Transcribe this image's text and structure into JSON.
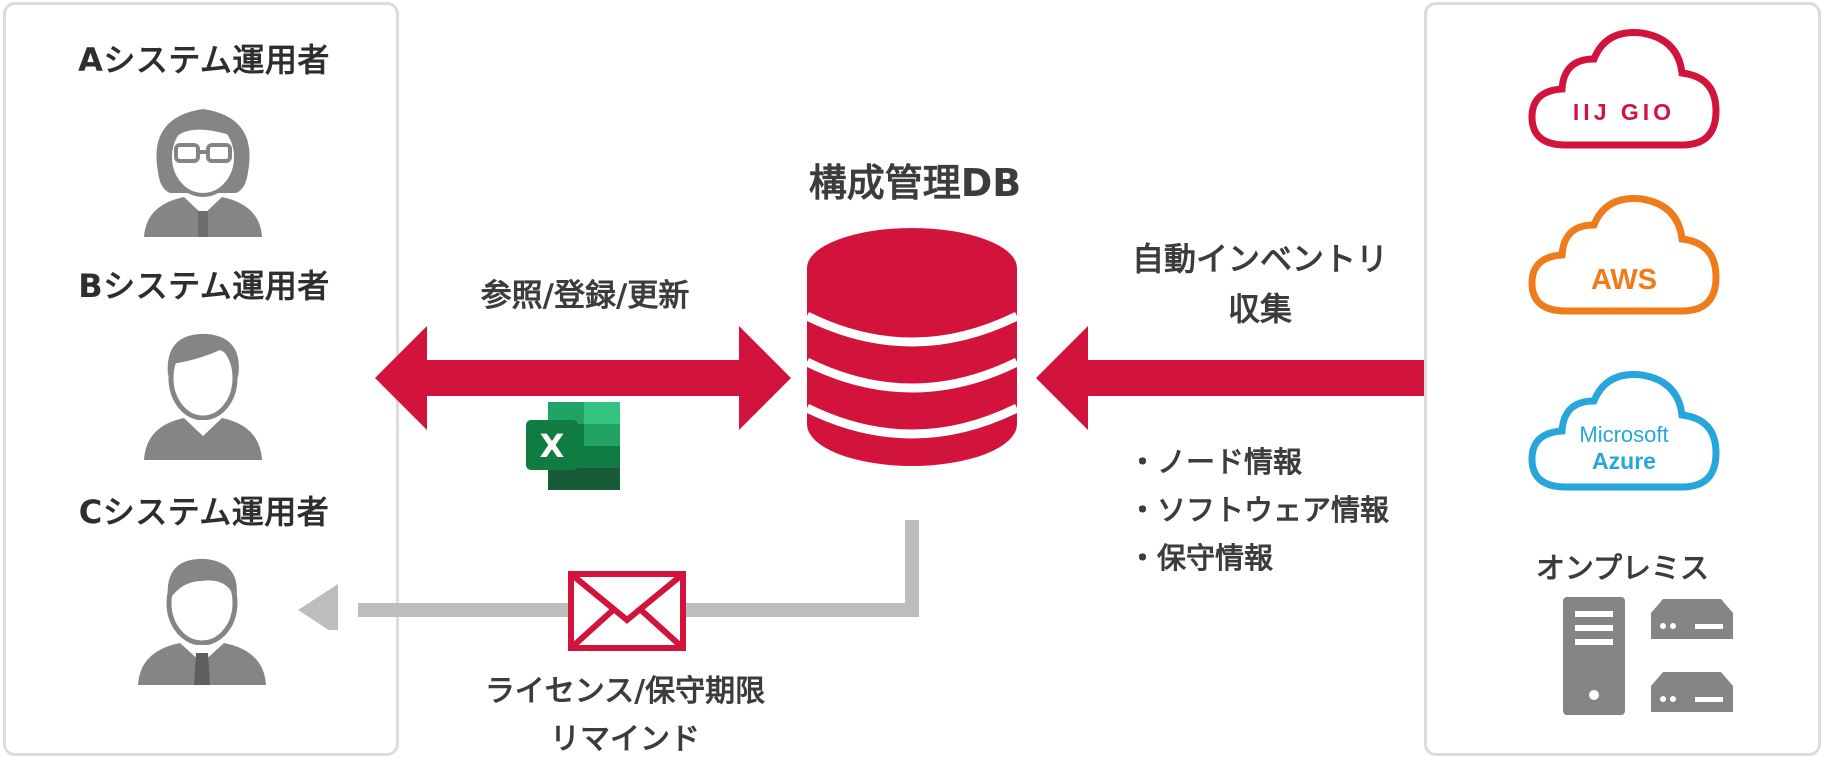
{
  "operators": [
    {
      "label": "Aシステム運用者",
      "avatar": "woman-with-glasses-icon"
    },
    {
      "label": "Bシステム運用者",
      "avatar": "man-icon"
    },
    {
      "label": "Cシステム運用者",
      "avatar": "man-with-tie-icon"
    }
  ],
  "db": {
    "title": "構成管理DB",
    "icon": "database-icon"
  },
  "left_arrow": {
    "label": "参照/登録/更新",
    "icon": "excel-icon",
    "excel_letter": "X"
  },
  "right_arrow": {
    "label_line1": "自動インベントリ",
    "label_line2": "収集"
  },
  "info_items": [
    "・ノード情報",
    "・ソフトウェア情報",
    "・保守情報"
  ],
  "reminder": {
    "label_line1": "ライセンス/保守期限",
    "label_line2": "リマインド",
    "icon": "mail-icon"
  },
  "sources": [
    {
      "label": "IIJ GIO",
      "icon": "cloud-icon",
      "color": "#d2143c"
    },
    {
      "label": "AWS",
      "icon": "cloud-icon",
      "color": "#ef7b1b"
    },
    {
      "label_line1": "Microsoft",
      "label_line2": "Azure",
      "icon": "cloud-icon",
      "color": "#27a6dd"
    }
  ],
  "onprem": {
    "label": "オンプレミス",
    "icons": [
      "tower-server-icon",
      "rack-server-icon"
    ]
  },
  "colors": {
    "accent": "#d2143c",
    "gray_arrow": "#bdbdbd",
    "icon_gray": "#858585",
    "panel_border": "#dcdcdc"
  }
}
